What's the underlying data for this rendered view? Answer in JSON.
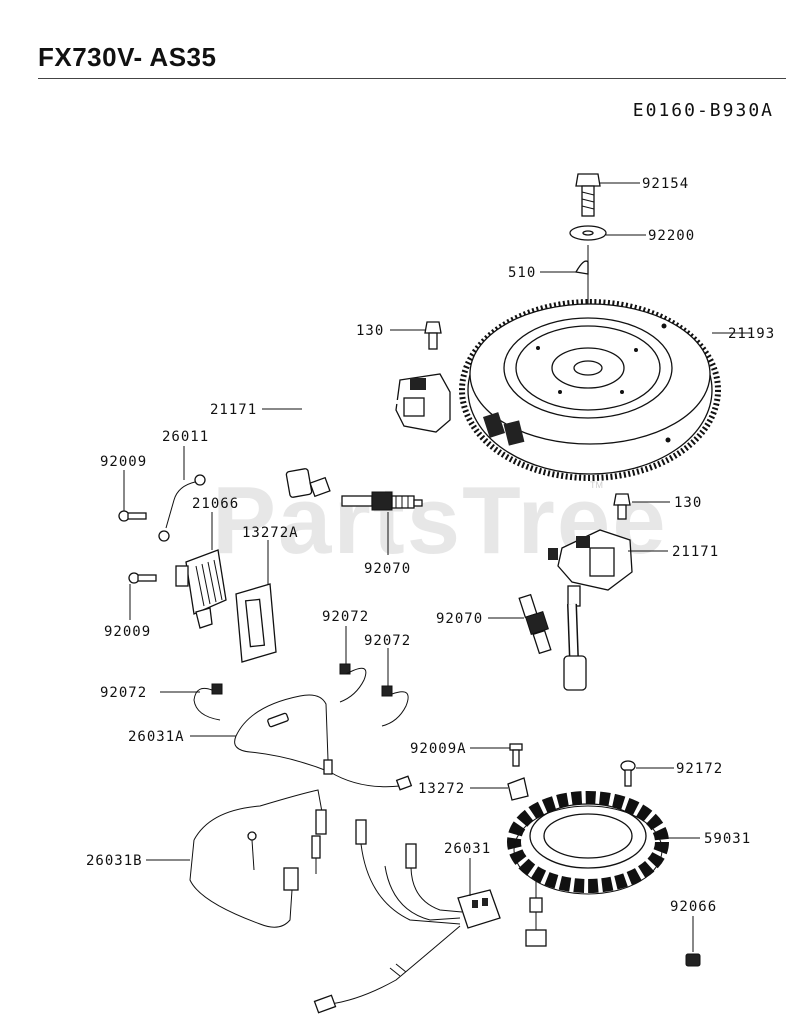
{
  "header": {
    "title": "FX730V- AS35",
    "diagram_code": "E0160-B930A"
  },
  "watermark": {
    "text": "PartsTree",
    "tm": "TM"
  },
  "callouts": {
    "c92154": "92154",
    "c92200": "92200",
    "c510": "510",
    "c130_top": "130",
    "c21193": "21193",
    "c21171_left": "21171",
    "c26011": "26011",
    "c92009_top": "92009",
    "c21066": "21066",
    "c13272A": "13272A",
    "c92070_left": "92070",
    "c130_right": "130",
    "c21171_right": "21171",
    "c92009_bottom": "92009",
    "c92072_a": "92072",
    "c92072_b": "92072",
    "c92070_right": "92070",
    "c92072_left": "92072",
    "c26031A": "26031A",
    "c92009A": "92009A",
    "c92172": "92172",
    "c13272": "13272",
    "c59031": "59031",
    "c26031B": "26031B",
    "c26031": "26031",
    "c92066": "92066"
  }
}
